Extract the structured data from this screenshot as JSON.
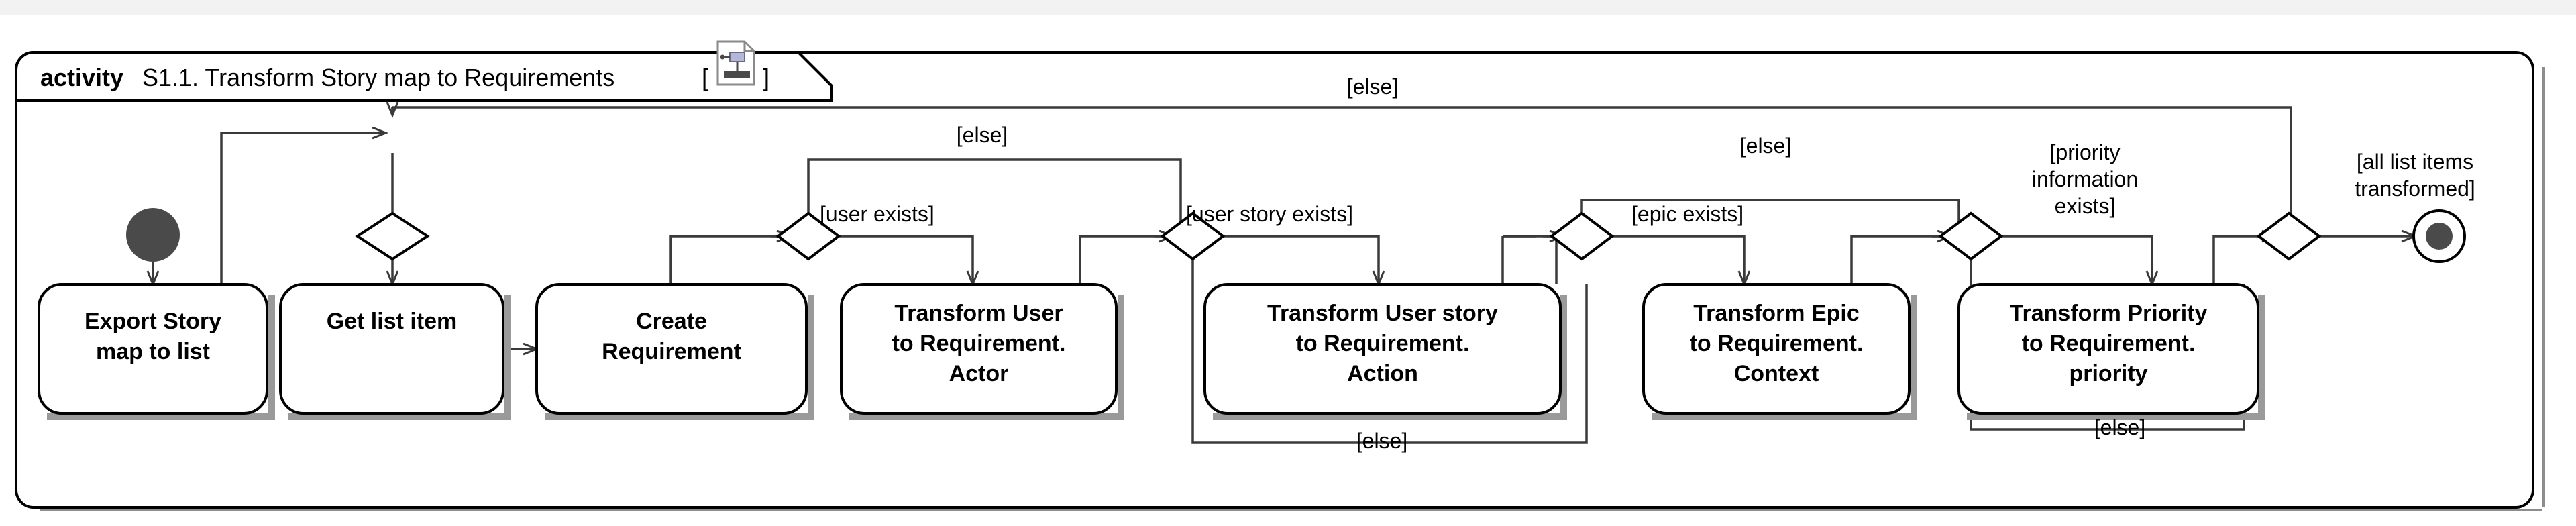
{
  "diagram": {
    "kind_keyword": "activity",
    "title": "S1.1. Transform Story map to Requirements",
    "bracket_open": "[",
    "bracket_close": "]",
    "icon_name": "activity-diagram-document-icon",
    "type": "uml-activity-diagram",
    "colors": {
      "frame_stroke": "#000000",
      "edge_stroke": "#3a3a3a",
      "node_fill": "#4a4a4a",
      "box_fill": "#ffffff",
      "shadow": "#9a9a9a",
      "page_strip": "#f2f2f2"
    }
  },
  "nodes": {
    "initial": {
      "name": "initial-node",
      "type": "initial"
    },
    "final": {
      "name": "activity-final-node",
      "type": "final"
    },
    "actions": [
      {
        "id": "export",
        "label_lines": [
          "Export Story",
          "map to list"
        ]
      },
      {
        "id": "getitem",
        "label_lines": [
          "Get list item"
        ]
      },
      {
        "id": "createreq",
        "label_lines": [
          "Create",
          "Requirement"
        ]
      },
      {
        "id": "user",
        "label_lines": [
          "Transform User",
          "to Requirement.",
          "Actor"
        ]
      },
      {
        "id": "userstory",
        "label_lines": [
          "Transform User story",
          "to Requirement.",
          "Action"
        ]
      },
      {
        "id": "epic",
        "label_lines": [
          "Transform Epic",
          "to Requirement.",
          "Context"
        ]
      },
      {
        "id": "priority",
        "label_lines": [
          "Transform Priority",
          "to Requirement.",
          "priority"
        ]
      }
    ],
    "decisions": [
      {
        "id": "d-loop",
        "name": "decision-list-loop"
      },
      {
        "id": "d-user",
        "name": "decision-user-exists"
      },
      {
        "id": "d-story",
        "name": "decision-user-story-exists"
      },
      {
        "id": "d-epic",
        "name": "decision-epic-exists"
      },
      {
        "id": "d-priority",
        "name": "decision-priority-exists"
      }
    ]
  },
  "guards": {
    "else_top_outer": "[else]",
    "else_user": "[else]",
    "else_epic": "[else]",
    "else_story_bottom": "[else]",
    "else_priority_bottom": "[else]",
    "user_exists": "[user exists]",
    "user_story_exists": "[user story exists]",
    "epic_exists": "[epic exists]",
    "priority_information_exists_l1": "[priority",
    "priority_information_exists_l2": "information",
    "priority_information_exists_l3": "exists]",
    "all_list_items_transformed_l1": "[all list items",
    "all_list_items_transformed_l2": "transformed]"
  }
}
